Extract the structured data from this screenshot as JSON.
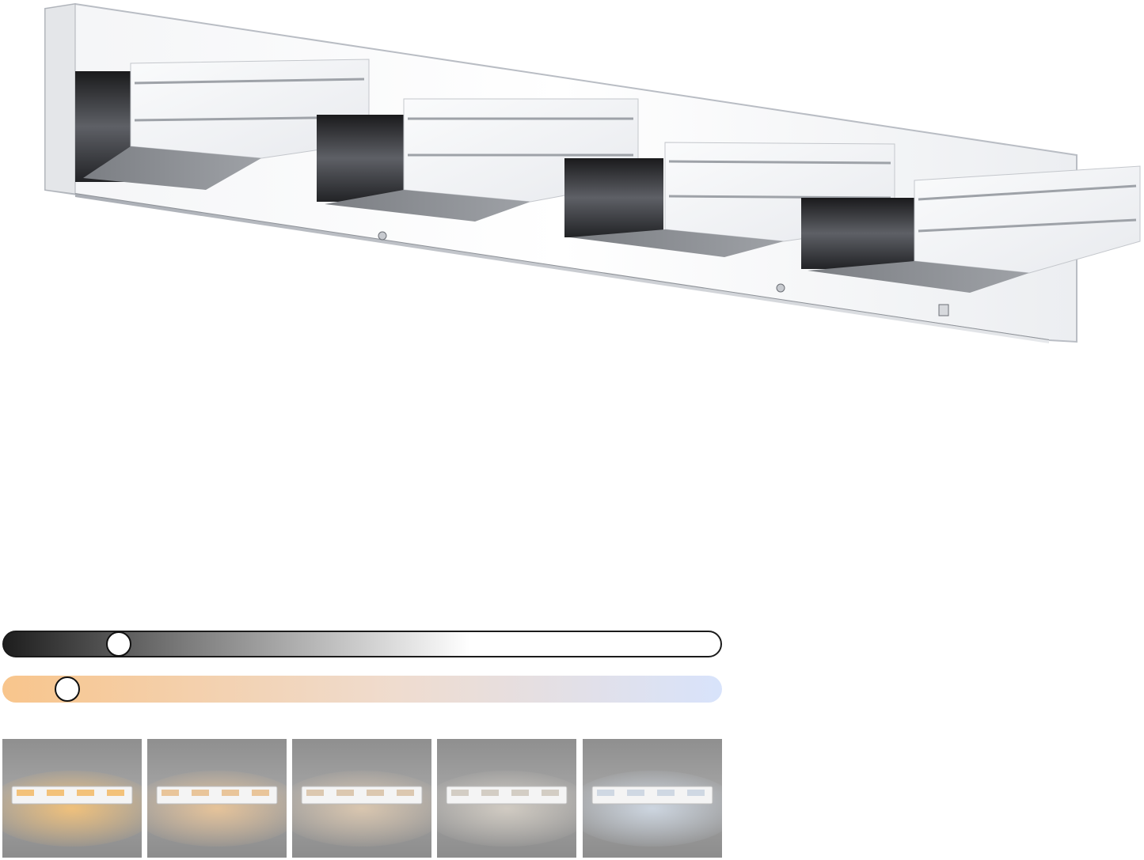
{
  "product": {
    "icon": "vanity-light-fixture-4-light-chrome",
    "finish_color": "#d9dde3",
    "diffuser_color": "#f2f3f6",
    "light_count": 4
  },
  "controls": {
    "brightness": {
      "icon": "brightness-slider",
      "level_percent": 16,
      "gradient": [
        "#1e1e1e",
        "#7a7a7a",
        "#ffffff"
      ]
    },
    "color_temperature": {
      "icon": "color-temperature-slider",
      "level_percent": 9,
      "gradient": [
        "#f8c58c",
        "#efdccf",
        "#d8e3fb"
      ]
    }
  },
  "previews": [
    {
      "icon": "warm-light-preview",
      "tone": "#f3c27a"
    },
    {
      "icon": "warm-white-light-preview",
      "tone": "#e9c59a"
    },
    {
      "icon": "neutral-warm-light-preview",
      "tone": "#dcc8b0"
    },
    {
      "icon": "neutral-white-light-preview",
      "tone": "#d3cdc4"
    },
    {
      "icon": "cool-white-light-preview",
      "tone": "#cfd8e3"
    }
  ]
}
